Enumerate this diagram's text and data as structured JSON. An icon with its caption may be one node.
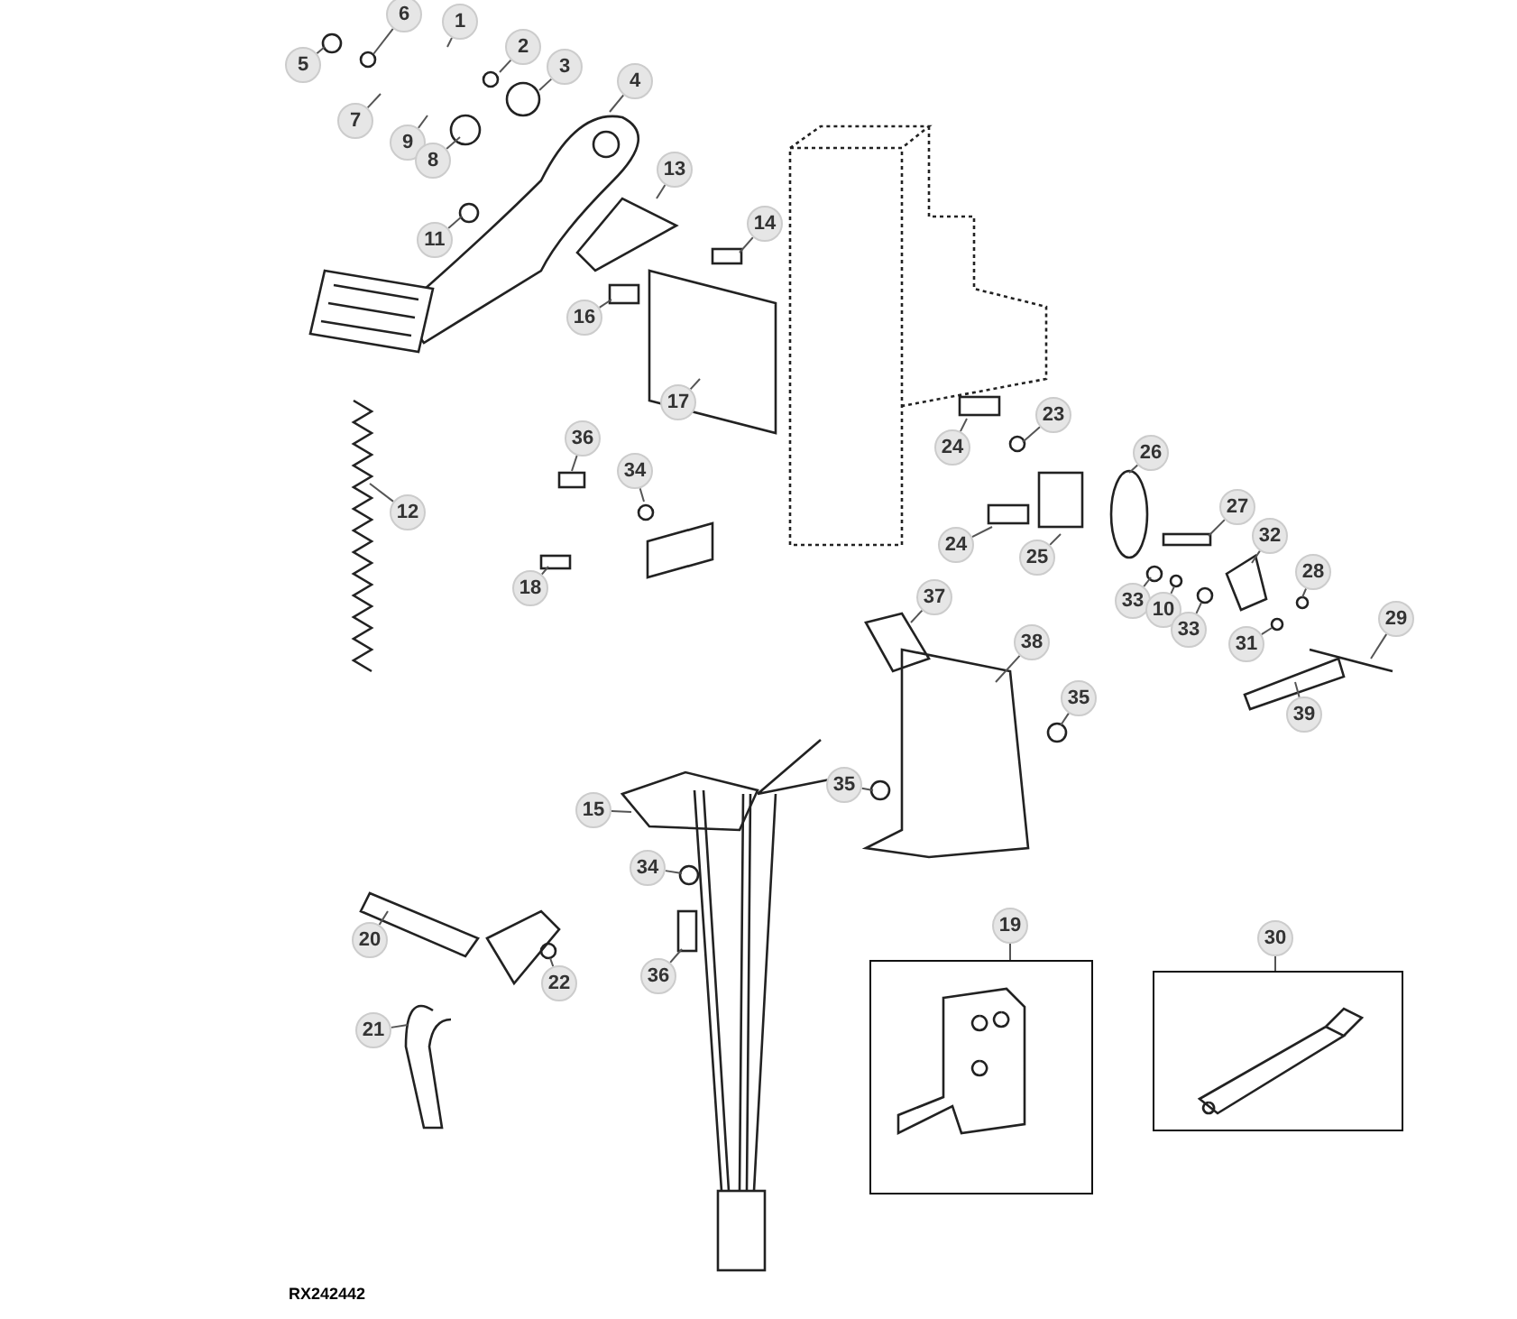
{
  "diagram": {
    "nodes": [
      {
        "text": [
          "1"
        ]
      },
      {
        "text": [
          "6"
        ]
      },
      {
        "text": [
          "5"
        ]
      },
      {
        "text": [
          "2"
        ]
      },
      {
        "text": [
          "3"
        ]
      },
      {
        "text": [
          "7"
        ]
      },
      {
        "text": [
          "9"
        ]
      },
      {
        "text": [
          "8"
        ]
      },
      {
        "text": [
          "4"
        ]
      },
      {
        "text": [
          "13"
        ]
      },
      {
        "text": [
          "11"
        ]
      },
      {
        "text": [
          "14"
        ]
      },
      {
        "text": [
          "16"
        ]
      },
      {
        "text": [
          "17"
        ]
      },
      {
        "text": [
          "12"
        ]
      },
      {
        "text": [
          "36"
        ]
      },
      {
        "text": [
          "34"
        ]
      },
      {
        "text": [
          "18"
        ]
      },
      {
        "text": [
          "23"
        ]
      },
      {
        "text": [
          "24"
        ]
      },
      {
        "text": [
          "24"
        ]
      },
      {
        "text": [
          "26"
        ]
      },
      {
        "text": [
          "27"
        ]
      },
      {
        "text": [
          "25"
        ]
      },
      {
        "text": [
          "32"
        ]
      },
      {
        "text": [
          "28"
        ]
      },
      {
        "text": [
          "33"
        ]
      },
      {
        "text": [
          "10"
        ]
      },
      {
        "text": [
          "33"
        ]
      },
      {
        "text": [
          "29"
        ]
      },
      {
        "text": [
          "31"
        ]
      },
      {
        "text": [
          "39"
        ]
      },
      {
        "text": [
          "37"
        ]
      },
      {
        "text": [
          "38"
        ]
      },
      {
        "text": [
          "35"
        ]
      },
      {
        "text": [
          "35"
        ]
      },
      {
        "text": [
          "15"
        ]
      },
      {
        "text": [
          "34"
        ]
      },
      {
        "text": [
          "36"
        ]
      },
      {
        "text": [
          "20"
        ]
      },
      {
        "text": [
          "22"
        ]
      },
      {
        "text": [
          "21"
        ]
      },
      {
        "text": [
          "19"
        ]
      },
      {
        "text": [
          "30"
        ]
      },
      {
        "text": [],
        "shape": "box"
      },
      {
        "text": [],
        "shape": "box"
      }
    ],
    "edges": [
      {
        "from": 0,
        "to": null,
        "arrow": "none"
      },
      {
        "from": 1,
        "to": null,
        "arrow": "none"
      },
      {
        "from": 2,
        "to": null,
        "arrow": "none"
      },
      {
        "from": 3,
        "to": null,
        "arrow": "none"
      },
      {
        "from": 4,
        "to": null,
        "arrow": "none"
      },
      {
        "from": 5,
        "to": null,
        "arrow": "none"
      },
      {
        "from": 6,
        "to": null,
        "arrow": "none"
      },
      {
        "from": 7,
        "to": null,
        "arrow": "none"
      },
      {
        "from": 8,
        "to": null,
        "arrow": "none"
      },
      {
        "from": 9,
        "to": null,
        "arrow": "none"
      },
      {
        "from": 10,
        "to": null,
        "arrow": "none"
      },
      {
        "from": 11,
        "to": null,
        "arrow": "none"
      },
      {
        "from": 12,
        "to": null,
        "arrow": "none"
      },
      {
        "from": 13,
        "to": null,
        "arrow": "none"
      },
      {
        "from": 14,
        "to": null,
        "arrow": "none"
      },
      {
        "from": 15,
        "to": null,
        "arrow": "none"
      },
      {
        "from": 16,
        "to": null,
        "arrow": "none"
      },
      {
        "from": 17,
        "to": null,
        "arrow": "none"
      },
      {
        "from": 18,
        "to": null,
        "arrow": "none"
      },
      {
        "from": 19,
        "to": null,
        "arrow": "none"
      },
      {
        "from": 20,
        "to": null,
        "arrow": "none"
      },
      {
        "from": 21,
        "to": null,
        "arrow": "none"
      },
      {
        "from": 22,
        "to": null,
        "arrow": "none"
      },
      {
        "from": 23,
        "to": null,
        "arrow": "none"
      },
      {
        "from": 24,
        "to": null,
        "arrow": "none"
      },
      {
        "from": 25,
        "to": null,
        "arrow": "none"
      },
      {
        "from": 26,
        "to": null,
        "arrow": "none"
      },
      {
        "from": 27,
        "to": null,
        "arrow": "none"
      },
      {
        "from": 28,
        "to": null,
        "arrow": "none"
      },
      {
        "from": 29,
        "to": null,
        "arrow": "none"
      },
      {
        "from": 30,
        "to": null,
        "arrow": "none"
      },
      {
        "from": 31,
        "to": null,
        "arrow": "none"
      },
      {
        "from": 32,
        "to": null,
        "arrow": "none"
      },
      {
        "from": 33,
        "to": null,
        "arrow": "none"
      },
      {
        "from": 34,
        "to": null,
        "arrow": "none"
      },
      {
        "from": 35,
        "to": null,
        "arrow": "none"
      },
      {
        "from": 36,
        "to": null,
        "arrow": "none"
      },
      {
        "from": 37,
        "to": null,
        "arrow": "none"
      },
      {
        "from": 38,
        "to": null,
        "arrow": "none"
      },
      {
        "from": 39,
        "to": null,
        "arrow": "none"
      },
      {
        "from": 40,
        "to": null,
        "arrow": "none"
      },
      {
        "from": 41,
        "to": null,
        "arrow": "none"
      },
      {
        "from": 42,
        "to": 44,
        "arrow": "none"
      },
      {
        "from": 43,
        "to": 45,
        "arrow": "none"
      }
    ],
    "labels": [
      "RX242442"
    ]
  }
}
